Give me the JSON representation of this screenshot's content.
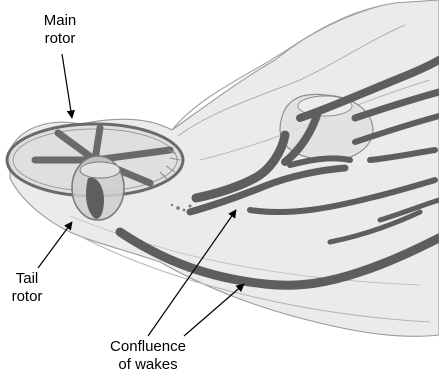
{
  "labels": {
    "main_rotor": [
      "Main",
      "rotor"
    ],
    "tail_rotor": [
      "Tail",
      "rotor"
    ],
    "confluence": [
      "Confluence",
      "of wakes"
    ]
  },
  "colors": {
    "background": "#ffffff",
    "surface_fill": "#e4e4e4",
    "surface_edge": "#9a9a9a",
    "wake_core": "#5e5e5e",
    "rotor_blade": "#6a6a6a",
    "arrow": "#000000"
  }
}
